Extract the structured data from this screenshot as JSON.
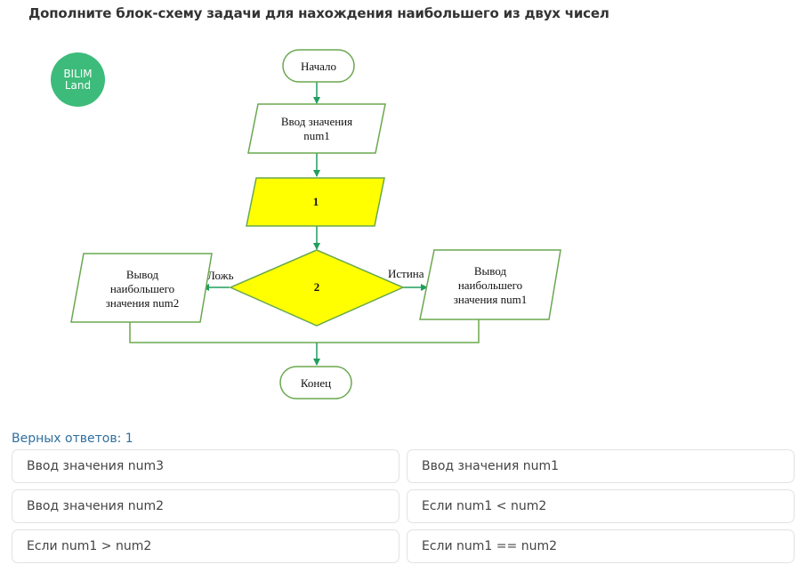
{
  "page": {
    "title": "Дополните блок-схему задачи для нахождения наибольшего из двух чисел"
  },
  "logo": {
    "line1": "BILIM",
    "line2": "Land"
  },
  "flowchart": {
    "colors": {
      "line": "#1f9e5e",
      "outline": "#6aa84f",
      "fill_yellow": "#ffff00",
      "fill_white": "#ffffff"
    },
    "start": "Начало",
    "input_line1": "Ввод значения",
    "input_line2": "num1",
    "blank1": "1",
    "blank2": "2",
    "false_label": "Ложь",
    "true_label": "Истина",
    "output_left": [
      "Вывод",
      "наибольшего",
      "значения num2"
    ],
    "output_right": [
      "Вывод",
      "наибольшего",
      "значения num1"
    ],
    "end": "Конец"
  },
  "answers": {
    "correct_count_label": "Верных ответов: 1",
    "options": [
      "Ввод значения num3",
      "Ввод значения num1",
      "Ввод значения num2",
      "Если num1 < num2",
      "Если num1 > num2",
      "Если num1 == num2"
    ]
  }
}
